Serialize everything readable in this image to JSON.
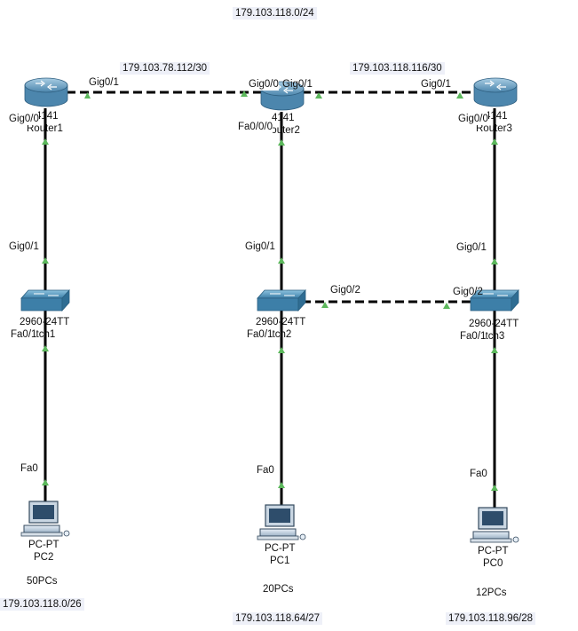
{
  "subnet_top": "179.103.118.0/24",
  "links": {
    "r1_r2": "179.103.78.112/30",
    "r2_r3": "179.103.118.116/30"
  },
  "routers": [
    {
      "id": "r1",
      "model": "4141",
      "name": "Router1"
    },
    {
      "id": "r2",
      "model": "4141",
      "name": "Router2"
    },
    {
      "id": "r3",
      "model": "4141",
      "name": "Router3"
    }
  ],
  "switches": [
    {
      "id": "s1",
      "model": "2960-24TT",
      "name": "Switch1"
    },
    {
      "id": "s2",
      "model": "2960-24TT",
      "name": "Switch2"
    },
    {
      "id": "s3",
      "model": "2960-24TT",
      "name": "Switch3"
    }
  ],
  "pcs": [
    {
      "id": "pc2",
      "type": "PC-PT",
      "name": "PC2",
      "count": "50PCs",
      "subnet": "179.103.118.0/26"
    },
    {
      "id": "pc1",
      "type": "PC-PT",
      "name": "PC1",
      "count": "20PCs",
      "subnet": "179.103.118.64/27"
    },
    {
      "id": "pc0",
      "type": "PC-PT",
      "name": "PC0",
      "count": "12PCs",
      "subnet": "179.103.118.96/28"
    }
  ],
  "ports": {
    "r1_gig01": "Gig0/1",
    "r1_gig00": "Gig0/0",
    "r2_gig00": "Gig0/0",
    "r2_gig01": "Gig0/1",
    "r2_fa00": "Fa0/0/0",
    "r3_gig01": "Gig0/1",
    "r3_gig00": "Gig0/0",
    "s1_gig01": "Gig0/1",
    "s1_fa01": "Fa0/1",
    "s2_gig01": "Gig0/1",
    "s2_gig02": "Gig0/2",
    "s2_fa01": "Fa0/1",
    "s3_gig01": "Gig0/1",
    "s3_gig02": "Gig0/2",
    "s3_fa01": "Fa0/1",
    "pc2_fa0": "Fa0",
    "pc1_fa0": "Fa0",
    "pc0_fa0": "Fa0"
  },
  "colors": {
    "link": "#000000",
    "port_up": "#5cb85c",
    "router_body": "#5c9bc1",
    "switch_body": "#4a98c0"
  }
}
